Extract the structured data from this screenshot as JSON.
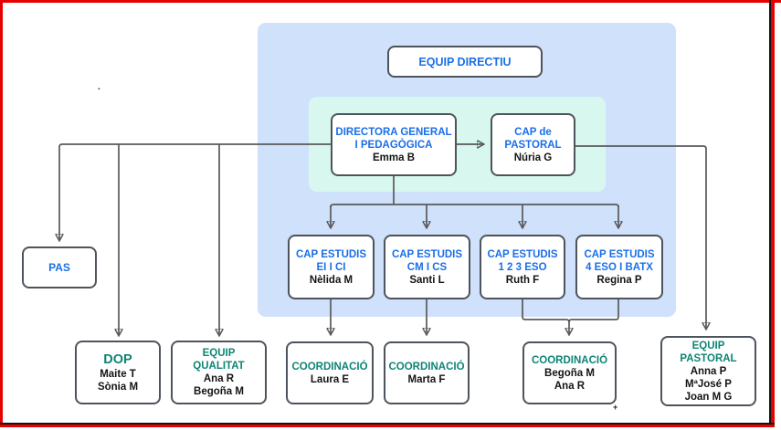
{
  "colors": {
    "accent_blue": "#1a6fe8",
    "accent_teal": "#0d8573",
    "panel_blue": "#cfe1fb",
    "panel_mint": "#d8f8ef",
    "box_border": "#4d545b",
    "connector": "#595959",
    "page_border_red": "#e60000"
  },
  "diagram": {
    "equip_directiu": {
      "title": "EQUIP DIRECTIU"
    },
    "directora": {
      "title": "DIRECTORA GENERAL I PEDAGÒGICA",
      "name": "Emma B"
    },
    "pastoral": {
      "title": "CAP de PASTORAL",
      "name": "Núria G"
    },
    "cap_estudis_ei_ci": {
      "title": "CAP ESTUDIS EI I CI",
      "name": "Nèlida M"
    },
    "cap_estudis_cm_cs": {
      "title": "CAP ESTUDIS CM I CS",
      "name": "Santi L"
    },
    "cap_estudis_eso": {
      "title": "CAP ESTUDIS 1 2 3 ESO",
      "name": "Ruth F"
    },
    "cap_estudis_batx": {
      "title": "CAP ESTUDIS 4 ESO I BATX",
      "name": "Regina P"
    },
    "pas": {
      "title": "PAS"
    },
    "dop": {
      "title": "DOP",
      "names": [
        "Maite T",
        "Sònia M"
      ]
    },
    "equip_qualitat": {
      "title": "EQUIP QUALITAT",
      "names": [
        "Ana R",
        "Begoña M"
      ]
    },
    "coordinacio_1": {
      "title": "COORDINACIÓ",
      "names": [
        "Laura E"
      ]
    },
    "coordinacio_2": {
      "title": "COORDINACIÓ",
      "names": [
        "Marta F"
      ]
    },
    "coordinacio_3": {
      "title": "COORDINACIÓ",
      "names": [
        "Begoña M",
        "Ana R"
      ]
    },
    "equip_pastoral": {
      "title": "EQUIP PASTORAL",
      "names": [
        "Anna P",
        "MªJosé P",
        "Joan M G"
      ]
    }
  },
  "marks": {
    "dot": ".",
    "plus": "+"
  }
}
